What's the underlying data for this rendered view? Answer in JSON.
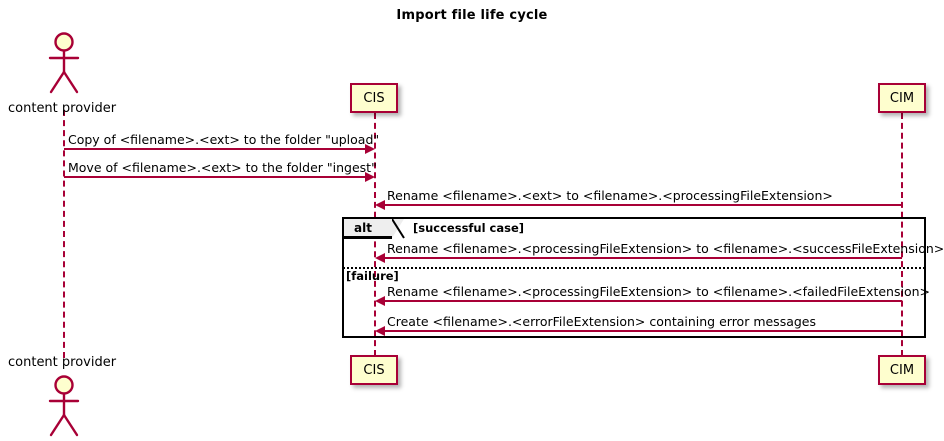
{
  "diagram": {
    "type": "uml-sequence-diagram",
    "title": "Import file life cycle",
    "colors": {
      "accent": "#A80036",
      "participant_fill": "#FEFECE",
      "fragment_tab_fill": "#EEEEEE",
      "text": "#000000",
      "background": "#FFFFFF"
    }
  },
  "participants": [
    {
      "id": "actor",
      "name": "content provider",
      "kind": "actor",
      "label_top": "content provider",
      "label_bottom": "content provider"
    },
    {
      "id": "cis",
      "name": "CIS",
      "kind": "box",
      "label_top": "CIS",
      "label_bottom": "CIS"
    },
    {
      "id": "cim",
      "name": "CIM",
      "kind": "box",
      "label_top": "CIM",
      "label_bottom": "CIM"
    }
  ],
  "messages": [
    {
      "index": 1,
      "from": "actor",
      "to": "cis",
      "direction": "right",
      "text": "Copy of <filename>.<ext> to the folder \"upload\""
    },
    {
      "index": 2,
      "from": "actor",
      "to": "cis",
      "direction": "right",
      "text": "Move of <filename>.<ext> to the folder \"ingest\""
    },
    {
      "index": 3,
      "from": "cim",
      "to": "cis",
      "direction": "left",
      "text": "Rename <filename>.<ext> to <filename>.<processingFileExtension>"
    },
    {
      "index": 4,
      "from": "cim",
      "to": "cis",
      "direction": "left",
      "text": "Rename <filename>.<processingFileExtension> to <filename>.<successFileExtension>"
    },
    {
      "index": 5,
      "from": "cim",
      "to": "cis",
      "direction": "left",
      "text": "Rename <filename>.<processingFileExtension> to <filename>.<failedFileExtension>"
    },
    {
      "index": 6,
      "from": "cim",
      "to": "cis",
      "direction": "left",
      "text": "Create <filename>.<errorFileExtension> containing error messages"
    }
  ],
  "fragment": {
    "operator": "alt",
    "guards": [
      {
        "index": 0,
        "text": "[successful case]"
      },
      {
        "index": 1,
        "text": "[failure]"
      }
    ]
  }
}
